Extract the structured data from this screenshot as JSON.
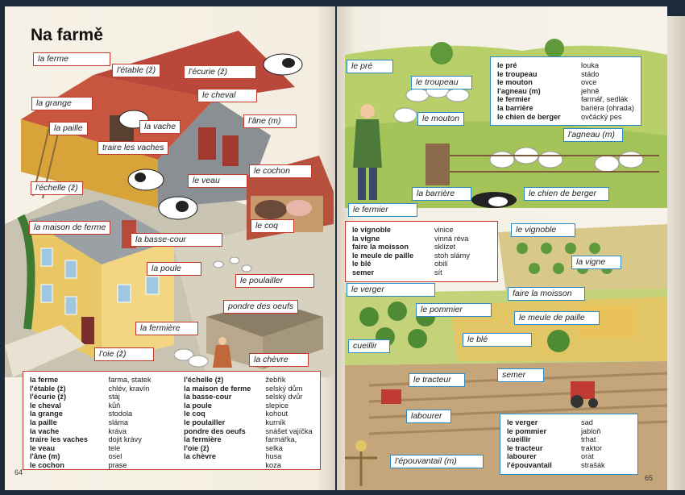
{
  "title": "Na farmě",
  "page_left": "64",
  "page_right": "65",
  "left_labels": [
    {
      "id": "la-ferme",
      "text": "la ferme"
    },
    {
      "id": "l-etable",
      "text": "l'étable (ž)"
    },
    {
      "id": "l-ecurie",
      "text": "l'écurie (ž)"
    },
    {
      "id": "la-grange",
      "text": "la grange"
    },
    {
      "id": "le-cheval",
      "text": "le cheval"
    },
    {
      "id": "l-ane",
      "text": "l'âne (m)"
    },
    {
      "id": "la-paille",
      "text": "la paille"
    },
    {
      "id": "la-vache",
      "text": "la vache"
    },
    {
      "id": "traire",
      "text": "traire les vaches"
    },
    {
      "id": "le-cochon",
      "text": "le cochon"
    },
    {
      "id": "l-echelle",
      "text": "l'échelle (ž)"
    },
    {
      "id": "le-veau",
      "text": "le veau"
    },
    {
      "id": "le-coq",
      "text": "le coq"
    },
    {
      "id": "maison",
      "text": "la maison de ferme"
    },
    {
      "id": "basse-cour",
      "text": "la basse-cour"
    },
    {
      "id": "la-poule",
      "text": "la poule"
    },
    {
      "id": "poulailler",
      "text": "le poulailler"
    },
    {
      "id": "pondre",
      "text": "pondre des oeufs"
    },
    {
      "id": "fermiere",
      "text": "la fermière"
    },
    {
      "id": "l-oie",
      "text": "l'oie (ž)"
    },
    {
      "id": "la-chevre",
      "text": "la chèvre"
    }
  ],
  "right_labels": [
    {
      "id": "le-pre",
      "text": "le pré"
    },
    {
      "id": "le-troupeau",
      "text": "le troupeau"
    },
    {
      "id": "le-mouton",
      "text": "le mouton"
    },
    {
      "id": "l-agneau",
      "text": "l'agneau (m)"
    },
    {
      "id": "la-barriere",
      "text": "la barrière"
    },
    {
      "id": "chien",
      "text": "le chien de berger"
    },
    {
      "id": "le-fermier",
      "text": "le fermier"
    },
    {
      "id": "le-vignoble",
      "text": "le vignoble"
    },
    {
      "id": "la-vigne",
      "text": "la vigne"
    },
    {
      "id": "le-verger",
      "text": "le verger"
    },
    {
      "id": "moisson",
      "text": "faire la moisson"
    },
    {
      "id": "le-pommier",
      "text": "le pommier"
    },
    {
      "id": "meule",
      "text": "le meule de paille"
    },
    {
      "id": "cueillir",
      "text": "cueillir"
    },
    {
      "id": "le-ble",
      "text": "le blé"
    },
    {
      "id": "semer",
      "text": "semer"
    },
    {
      "id": "le-tracteur",
      "text": "le tracteur"
    },
    {
      "id": "labourer",
      "text": "labourer"
    },
    {
      "id": "epouvantail",
      "text": "l'épouvantail (m)"
    }
  ],
  "vocab_left": {
    "col1_fr": [
      "la ferme",
      "l'étable (ž)",
      "l'écurie (ž)",
      "le cheval",
      "la grange",
      "la paille",
      "la vache",
      "traire les vaches",
      "le veau",
      "l'âne (m)",
      "le cochon"
    ],
    "col1_cz": [
      "farma, statek",
      "chlév, kravín",
      "stáj",
      "kůň",
      "stodola",
      "sláma",
      "kráva",
      "dojit krávy",
      "tele",
      "osel",
      "prase"
    ],
    "col2_fr": [
      "l'échelle (ž)",
      "la maison de ferme",
      "la basse-cour",
      "la poule",
      "le coq",
      "le poulailler",
      "pondre des oeufs",
      "la fermière",
      "l'oie (ž)",
      "la chèvre"
    ],
    "col2_cz": [
      "žebřík",
      "selský dům",
      "selský dvůr",
      "slepice",
      "kohout",
      "kurník",
      "snášet vajíčka",
      "farmářka, selka",
      "husa",
      "koza"
    ]
  },
  "vocab_pre": {
    "fr": [
      "le pré",
      "le troupeau",
      "le mouton",
      "l'agneau (m)",
      "le fermier",
      "la barrière",
      "le chien de berger"
    ],
    "cz": [
      "louka",
      "stádo",
      "ovce",
      "jehně",
      "farmář, sedlák",
      "bariéra (ohrada)",
      "ovčácký pes"
    ]
  },
  "vocab_vigne": {
    "fr": [
      "le vignoble",
      "la vigne",
      "faire la moisson",
      "le meule de paille",
      "le blé",
      "semer"
    ],
    "cz": [
      "vinice",
      "vinná réva",
      "sklízet",
      "stoh slámy",
      "obilí",
      "sít"
    ]
  },
  "vocab_verger": {
    "fr": [
      "le verger",
      "le pommier",
      "cueillir",
      "le tracteur",
      "labourer",
      "l'épouvantail"
    ],
    "cz": [
      "sad",
      "jabloň",
      "trhat",
      "traktor",
      "orat",
      "strašák"
    ]
  }
}
